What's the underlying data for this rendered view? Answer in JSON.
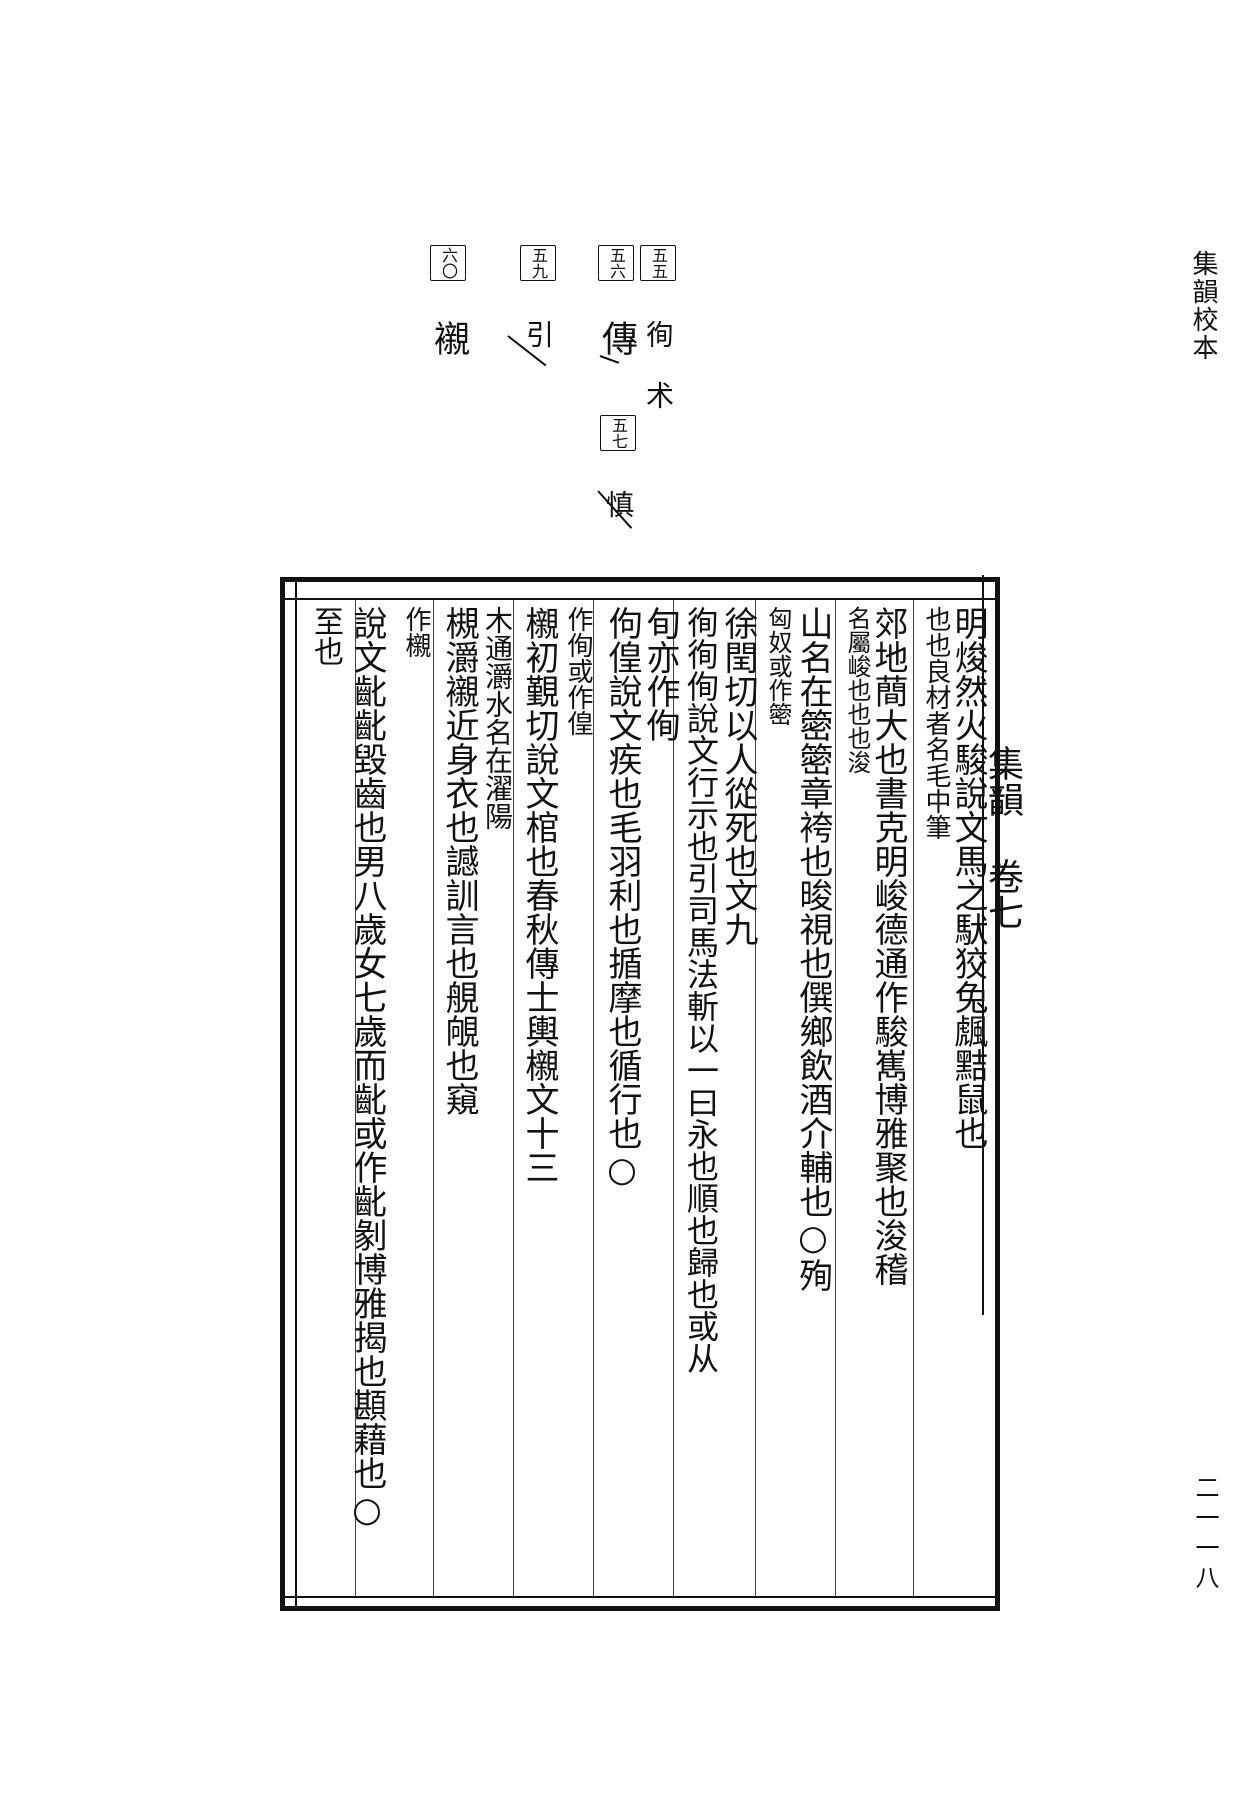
{
  "header": {
    "title": "集韻校本"
  },
  "page_number": "二一一八",
  "notes": [
    {
      "num": "五五",
      "text": "徇  术"
    },
    {
      "num": "五六",
      "text": "傳"
    },
    {
      "num": "五七",
      "text": "慎"
    },
    {
      "num": "五九",
      "text": "引"
    },
    {
      "num": "六〇",
      "text": "襯"
    }
  ],
  "block_margin_label": "集韻 卷七",
  "columns": [
    "明焌然火駿說文馬之䭾狡兔䬌黠鼠也",
    "也也良材者名毛中筆",
    "郊地蕳大也書克明峻德通作駿嶲博雅聚也浚稽",
    "名屬峻也也也浚",
    "山名在䈼䈼章袴也晙視也僎鄉飲酒介輔也○殉",
    "匈奴或作䈼",
    "徐閏切以人從死也文九",
    "徇徇侚說文行示也引司馬法斬以一曰永也順也歸也或从",
    "旬亦作侚",
    "佝偟說文疾也毛羽利也揗摩也循行也○",
    "作侚或作偟",
    "櫬初覲切說文棺也春秋傳士輿櫬文十三",
    "木通灂水名在濯陽",
    "槻灂襯近身衣也䜗訓言也䚀䚁也窺",
    "作櫬",
    "說文齔齔毀齒也男八歲女七歲而齔或作齔剶博雅揭也䫖藉也○",
    "至也"
  ]
}
